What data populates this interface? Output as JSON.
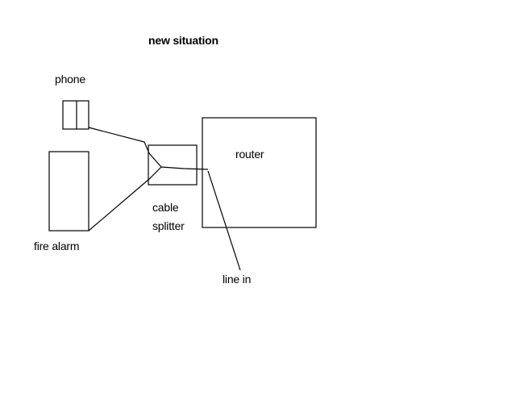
{
  "diagram": {
    "title": "new situation",
    "labels": {
      "phone": "phone",
      "fire_alarm": "fire alarm",
      "cable": "cable",
      "splitter": "splitter",
      "router": "router",
      "line_in": "line in"
    }
  }
}
